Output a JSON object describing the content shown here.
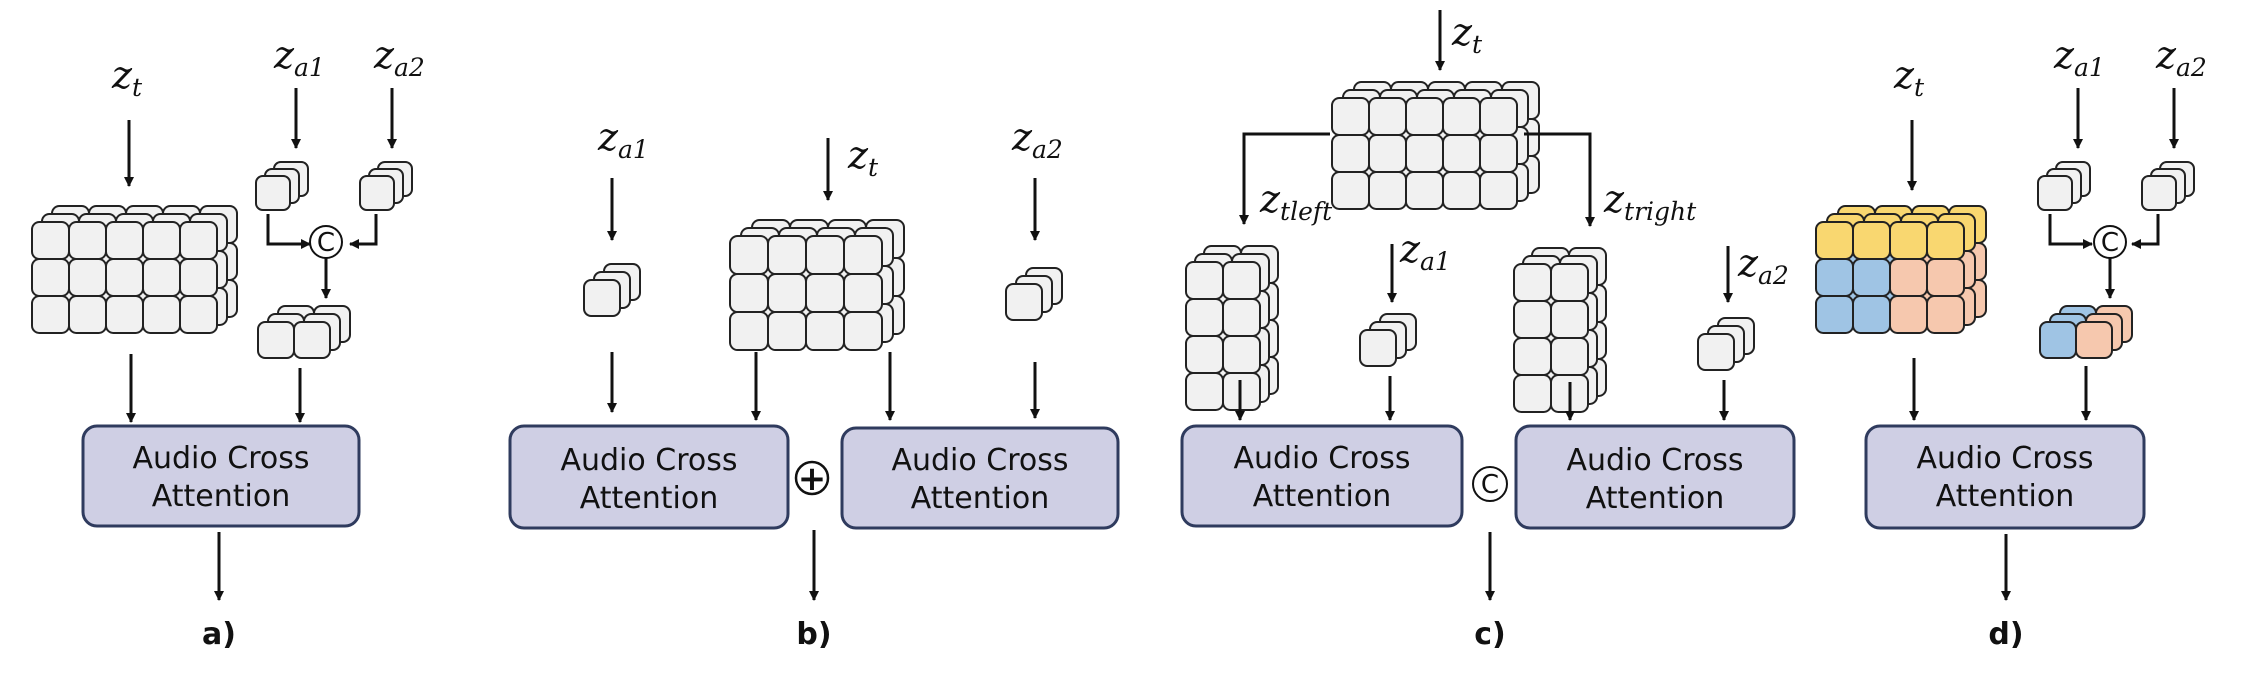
{
  "colors": {
    "box_fill": "#cfcfe4",
    "box_stroke": "#2f3b5e",
    "cell_fill": "#f1f1f1",
    "cell_stroke": "#222222",
    "yellow": "#f9d770",
    "blue": "#9fc4e4",
    "peach": "#f6c8ae"
  },
  "block_label": [
    "Audio Cross",
    "Attention"
  ],
  "symbols": {
    "z": "z",
    "concat": "C",
    "add": "+"
  },
  "panels": [
    {
      "label": "a)",
      "zt_sub": "t",
      "za1_sub": "a1",
      "za2_sub": "a2"
    },
    {
      "label": "b)",
      "zt_sub": "t",
      "za1_sub": "a1",
      "za2_sub": "a2"
    },
    {
      "label": "c)",
      "zt_sub": "t",
      "left_sub": "tleft",
      "right_sub": "tright",
      "za1_sub": "a1",
      "za2_sub": "a2"
    },
    {
      "label": "d)",
      "zt_sub": "t",
      "za1_sub": "a1",
      "za2_sub": "a2"
    }
  ]
}
